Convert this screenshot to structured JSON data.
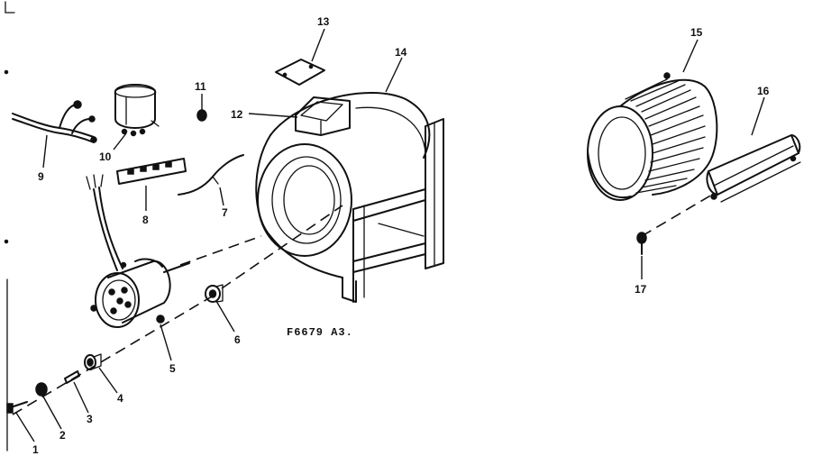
{
  "diagram": {
    "reference_code": "F6679 A3.",
    "callouts": {
      "c1": "1",
      "c2": "2",
      "c3": "3",
      "c4": "4",
      "c5": "5",
      "c6": "6",
      "c7": "7",
      "c8": "8",
      "c9": "9",
      "c10": "10",
      "c11": "11",
      "c12": "12",
      "c13": "13",
      "c14": "14",
      "c15": "15",
      "c16": "16",
      "c17": "17"
    }
  }
}
